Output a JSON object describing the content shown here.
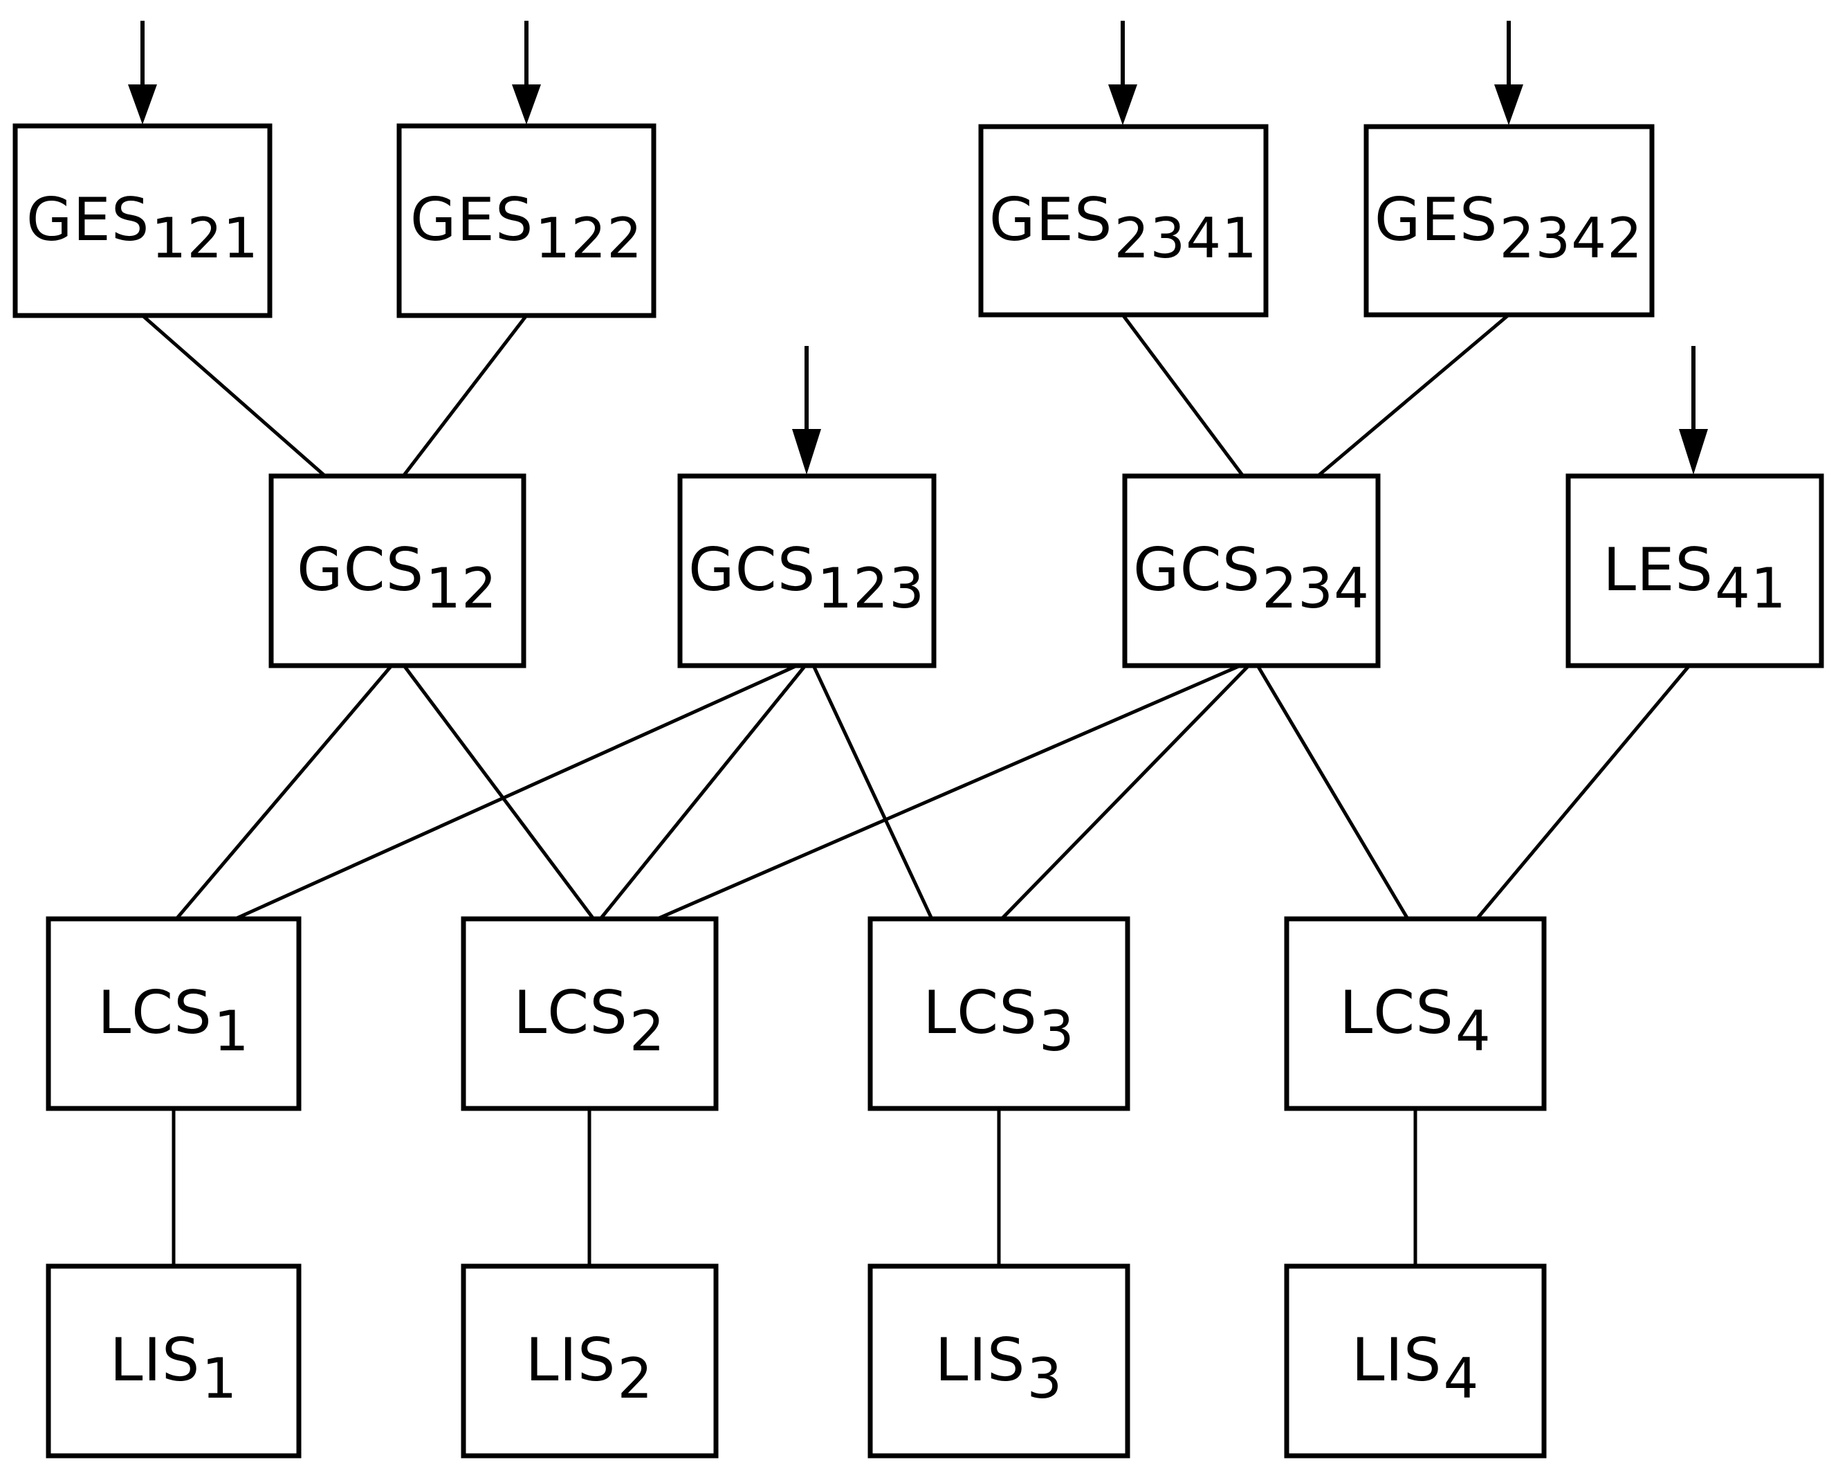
{
  "diagram": {
    "background_color": "#ffffff",
    "stroke_color": "#000000",
    "nodes": {
      "ges121": {
        "base": "GES",
        "sub": "121"
      },
      "ges122": {
        "base": "GES",
        "sub": "122"
      },
      "ges2341": {
        "base": "GES",
        "sub": "2341"
      },
      "ges2342": {
        "base": "GES",
        "sub": "2342"
      },
      "gcs12": {
        "base": "GCS",
        "sub": "12"
      },
      "gcs123": {
        "base": "GCS",
        "sub": "123"
      },
      "gcs234": {
        "base": "GCS",
        "sub": "234"
      },
      "les41": {
        "base": "LES",
        "sub": "41"
      },
      "lcs1": {
        "base": "LCS",
        "sub": "1"
      },
      "lcs2": {
        "base": "LCS",
        "sub": "2"
      },
      "lcs3": {
        "base": "LCS",
        "sub": "3"
      },
      "lcs4": {
        "base": "LCS",
        "sub": "4"
      },
      "lis1": {
        "base": "LIS",
        "sub": "1"
      },
      "lis2": {
        "base": "LIS",
        "sub": "2"
      },
      "lis3": {
        "base": "LIS",
        "sub": "3"
      },
      "lis4": {
        "base": "LIS",
        "sub": "4"
      }
    },
    "edges": [
      {
        "from": "GES121",
        "to": "GCS12"
      },
      {
        "from": "GES122",
        "to": "GCS12"
      },
      {
        "from": "GES2341",
        "to": "GCS234"
      },
      {
        "from": "GES2342",
        "to": "GCS234"
      },
      {
        "from": "GCS12",
        "to": "LCS1"
      },
      {
        "from": "GCS12",
        "to": "LCS2"
      },
      {
        "from": "GCS123",
        "to": "LCS1"
      },
      {
        "from": "GCS123",
        "to": "LCS2"
      },
      {
        "from": "GCS123",
        "to": "LCS3"
      },
      {
        "from": "GCS234",
        "to": "LCS2"
      },
      {
        "from": "GCS234",
        "to": "LCS3"
      },
      {
        "from": "GCS234",
        "to": "LCS4"
      },
      {
        "from": "LES41",
        "to": "LCS4"
      },
      {
        "from": "LCS1",
        "to": "LIS1"
      },
      {
        "from": "LCS2",
        "to": "LIS2"
      },
      {
        "from": "LCS3",
        "to": "LIS3"
      },
      {
        "from": "LCS4",
        "to": "LIS4"
      }
    ],
    "external_input_arrows": [
      "GES121",
      "GES122",
      "GES2341",
      "GES2342",
      "GCS123",
      "LES41"
    ]
  }
}
